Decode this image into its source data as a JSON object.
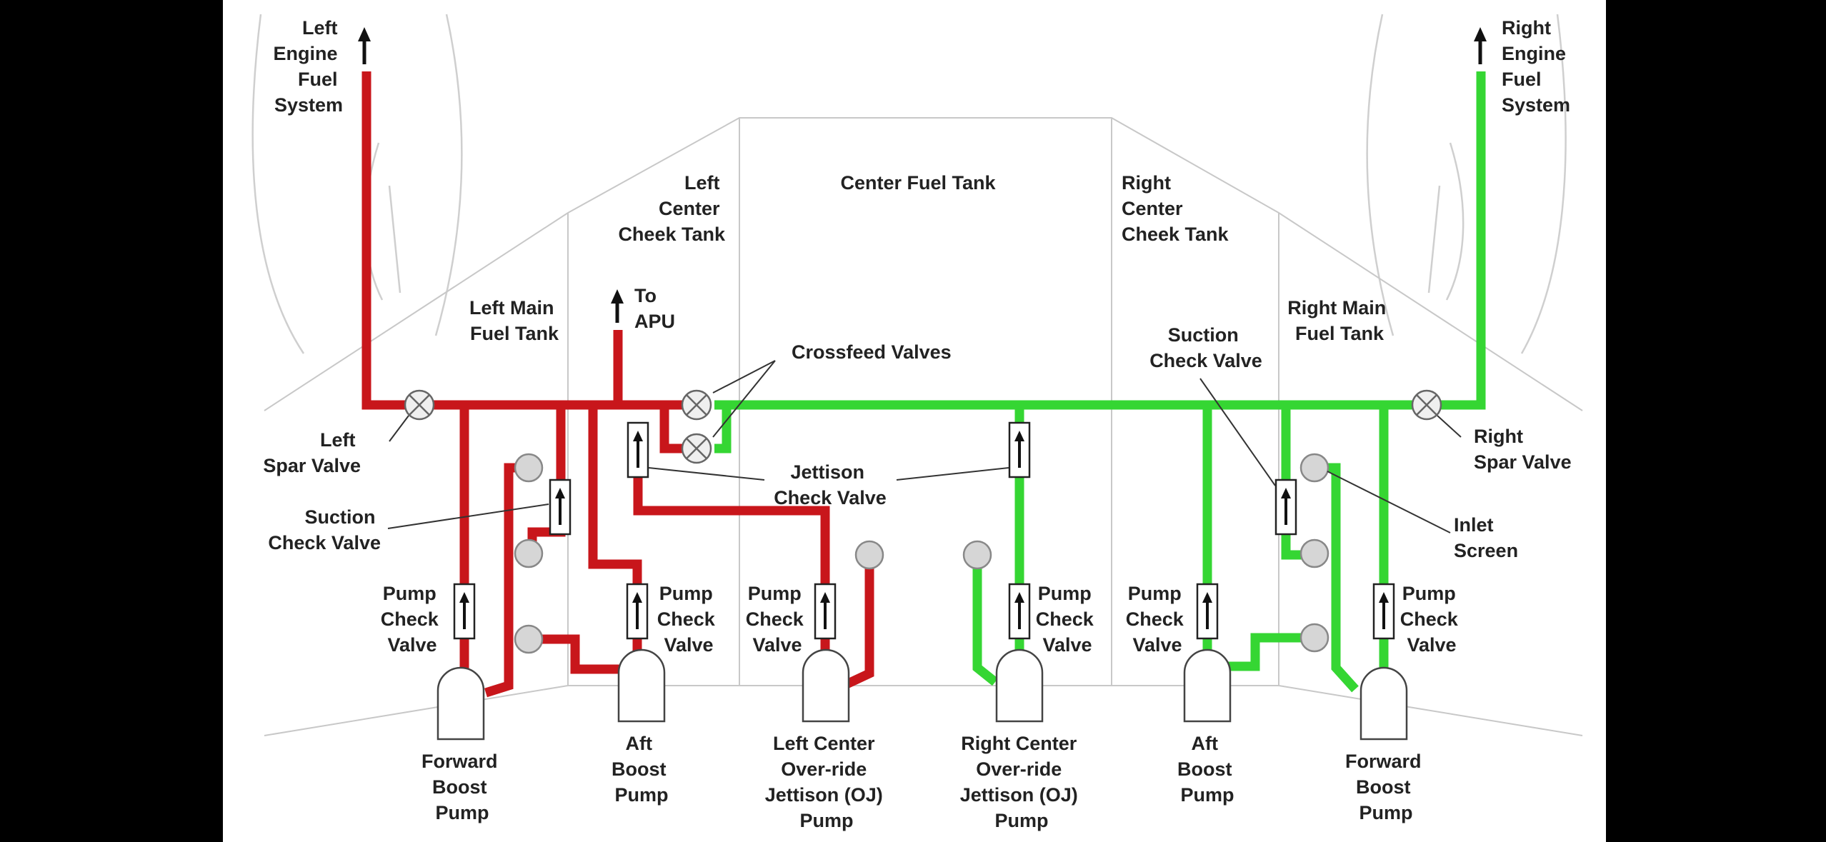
{
  "colors": {
    "left_system": "#c8161b",
    "right_system": "#35d633",
    "background": "#ffffff",
    "frame": "#000000"
  },
  "engines": {
    "left": [
      "Left",
      "Engine",
      "Fuel",
      "System"
    ],
    "right": [
      "Right",
      "Engine",
      "Fuel",
      "System"
    ]
  },
  "tanks": {
    "left_main": [
      "Left Main",
      "Fuel Tank"
    ],
    "left_center_cheek": [
      "Left",
      "Center",
      "Cheek Tank"
    ],
    "center": [
      "Center Fuel Tank"
    ],
    "right_center_cheek": [
      "Right",
      "Center",
      "Cheek Tank"
    ],
    "right_main": [
      "Right Main",
      "Fuel Tank"
    ]
  },
  "apu": [
    "To",
    "APU"
  ],
  "valves": {
    "crossfeed": [
      "Crossfeed Valves"
    ],
    "left_spar": [
      "Left",
      "Spar Valve"
    ],
    "right_spar": [
      "Right",
      "Spar Valve"
    ],
    "suction_left": [
      "Suction",
      "Check Valve"
    ],
    "suction_right": [
      "Suction",
      "Check Valve"
    ],
    "jettison_check": [
      "Jettison",
      "Check Valve"
    ],
    "inlet_screen": [
      "Inlet",
      "Screen"
    ],
    "pump_check": [
      "Pump",
      "Check",
      "Valve"
    ]
  },
  "pumps": {
    "left_forward": [
      "Forward",
      "Boost",
      "Pump"
    ],
    "left_aft": [
      "Aft",
      "Boost",
      "Pump"
    ],
    "left_center_oj": [
      "Left Center",
      "Over-ride",
      "Jettison (OJ)",
      "Pump"
    ],
    "right_center_oj": [
      "Right Center",
      "Over-ride",
      "Jettison (OJ)",
      "Pump"
    ],
    "right_aft": [
      "Aft",
      "Boost",
      "Pump"
    ],
    "right_forward": [
      "Forward",
      "Boost",
      "Pump"
    ]
  }
}
